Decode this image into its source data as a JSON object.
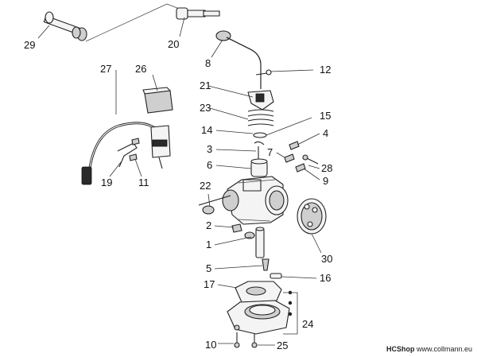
{
  "callouts": [
    {
      "id": "29",
      "label": "29"
    },
    {
      "id": "20",
      "label": "20"
    },
    {
      "id": "8",
      "label": "8"
    },
    {
      "id": "27",
      "label": "27"
    },
    {
      "id": "26",
      "label": "26"
    },
    {
      "id": "21",
      "label": "21"
    },
    {
      "id": "12",
      "label": "12"
    },
    {
      "id": "23",
      "label": "23"
    },
    {
      "id": "15",
      "label": "15"
    },
    {
      "id": "14",
      "label": "14"
    },
    {
      "id": "4",
      "label": "4"
    },
    {
      "id": "3",
      "label": "3"
    },
    {
      "id": "7",
      "label": "7"
    },
    {
      "id": "6",
      "label": "6"
    },
    {
      "id": "28",
      "label": "28"
    },
    {
      "id": "19",
      "label": "19"
    },
    {
      "id": "11",
      "label": "11"
    },
    {
      "id": "9",
      "label": "9"
    },
    {
      "id": "22",
      "label": "22"
    },
    {
      "id": "2",
      "label": "2"
    },
    {
      "id": "1",
      "label": "1"
    },
    {
      "id": "30",
      "label": "30"
    },
    {
      "id": "5",
      "label": "5"
    },
    {
      "id": "16",
      "label": "16"
    },
    {
      "id": "17",
      "label": "17"
    },
    {
      "id": "24",
      "label": "24"
    },
    {
      "id": "10",
      "label": "10"
    },
    {
      "id": "25",
      "label": "25"
    }
  ],
  "footer": {
    "shop": "HCShop",
    "url": "www.collmann.eu"
  }
}
